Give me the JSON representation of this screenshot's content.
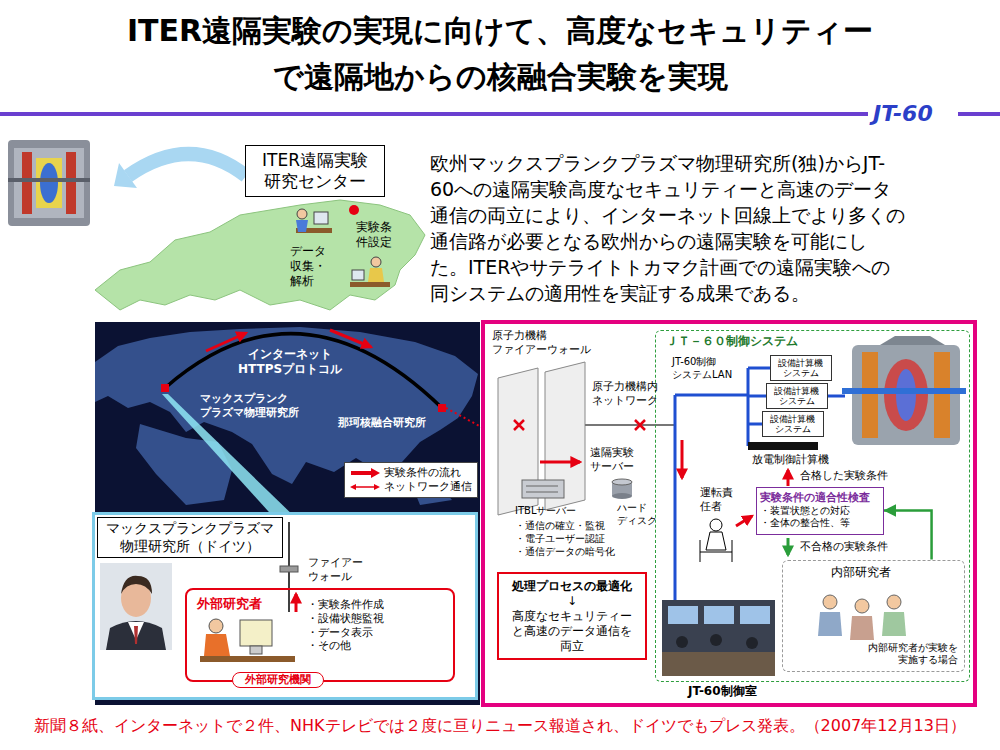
{
  "diagram": {
    "title": "ITER遠隔実験の実現に向けて、高度なセキュリティー で遠隔地からの核融合実験を実現",
    "caption": "新聞８紙、インターネットで２件、NHKテレビでは２度に亘りニュース報道され、ドイツでもプレス発表。（2007年12月13日）",
    "nodes": [
      {
        "text": [
          "ITER遠隔実験 研究センター"
        ]
      },
      {
        "text": [
          "マックスプランクプラズマ 物理研究所（ドイツ）"
        ]
      },
      {
        "text": [
          "外部研究者",
          "・実験条件作成 ・設備状態監視 ・データ表示 ・その他",
          "外部研究機関"
        ],
        "in": 1
      },
      {
        "text": [
          "ＪＴ－６０制御システム"
        ]
      },
      {
        "text": [
          "設備計算機 システム"
        ],
        "in": 3
      },
      {
        "text": [
          "設備計算機 システム"
        ],
        "in": 3
      },
      {
        "text": [
          "設備計算機 システム"
        ],
        "in": 3
      },
      {
        "text": [
          "実験条件の適合性検査",
          "・装置状態との対応 ・全体の整合性、等"
        ],
        "in": 3
      },
      {
        "text": [
          "内部研究者",
          "内部研究者が実験を 実施する場合"
        ],
        "in": 3
      },
      {
        "text": [
          "処理プロセスの最適化",
          "↓",
          "高度なセキュリティー と高速のデータ通信を 両立"
        ]
      }
    ],
    "edges": [
      {
        "from": 8,
        "to": 7,
        "arrow": "to"
      }
    ],
    "labels": [
      "JT-60",
      "データ 収集・ 解析",
      "実験条 件設定",
      "欧州マックスプランクプラズマ物理研究所(独)からJT- 60への遠隔実験高度なセキュリティーと高速のデータ 通信の両立により、インターネット回線上でより多くの 通信路が必要となる欧州からの遠隔実験を可能にし た。ITERやサテライトトカマク計画での遠隔実験への 同システムの適用性を実証する成果である。",
      "インターネット HTTPSプロトコル",
      "マックスプランク プラズマ物理研究所",
      "那珂核融合研究所",
      "ファイアー ウォール",
      "原子力機構 ファイアーウォール",
      "原子力機構内 ネットワーク",
      "遠隔実験 サーバー",
      "ITBLサーバー",
      "・通信の確立・監視 ・電子ユーザー認証 ・通信データの暗号化",
      "ハード ディスク",
      "JT-60制御 システムLAN",
      "放電制御計算機",
      "合格した実験条件",
      "運転責 任者",
      "不合格の実験条件",
      "JT-60制御室"
    ],
    "legend": [
      {
        "text": "実験条件の流れ"
      },
      {
        "text": "ネットワーク通信"
      }
    ]
  }
}
